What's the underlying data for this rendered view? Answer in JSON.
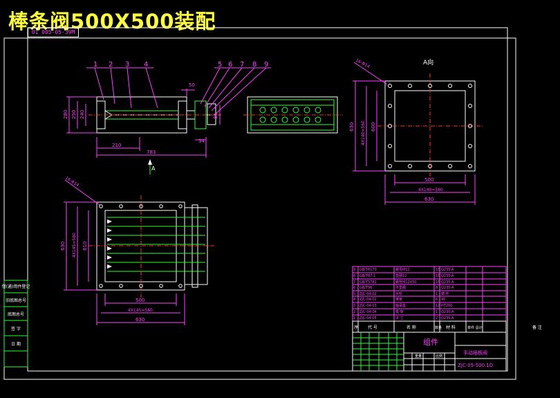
{
  "title": "棒条阀500X500装配",
  "drawing_code": "01 005-05-39M",
  "view_label_a": "A向",
  "arrow_label_a": "A",
  "callouts": [
    "1",
    "2",
    "3",
    "4",
    "5",
    "6",
    "7",
    "8",
    "9"
  ],
  "side_view_dims": {
    "h_280": "280",
    "h_250": "250",
    "h_240": "240",
    "h_50": "50",
    "h_85": "85",
    "w_210": "210",
    "w_783": "783",
    "w_34": "34"
  },
  "flange_view_dims": {
    "hole_note": "16-Φ14",
    "h_inner": "4X140=560",
    "h_600": "600",
    "h_630": "630",
    "w_500": "500",
    "w_inner": "4X140=560",
    "w_630": "630"
  },
  "plan_view_dims": {
    "hole_note": "16-Φ14",
    "h_630": "630",
    "h_inner": "4X145=580",
    "h_610": "610",
    "w_500": "500",
    "w_inner": "4X145=580",
    "w_630": "630"
  },
  "left_stamp": [
    "借(通)用件登记",
    "旧底图总号",
    "底图总号",
    "签 字",
    "日 期"
  ],
  "bom_rows": [
    [
      "9",
      "GB/T6170",
      "螺母M12",
      "16",
      "Q235-A",
      "",
      ""
    ],
    [
      "8",
      "GB/T97.1",
      "垫圈12",
      "16",
      "Q235-A",
      "",
      ""
    ],
    [
      "7",
      "GB/T5782",
      "螺栓M12X50",
      "16",
      "Q235-A",
      "",
      ""
    ],
    [
      "6",
      "GB/T96",
      "平垫圈",
      "8",
      "Q235-A",
      "",
      ""
    ],
    [
      "5",
      "ZJC-04-02",
      "手轮",
      "1",
      "铸 件",
      "",
      ""
    ],
    [
      "4",
      "ZJC-04-01",
      "棒条",
      "6",
      "45",
      "",
      ""
    ],
    [
      "3",
      "ZJC-04-03",
      "轴承座",
      "12",
      "HT200",
      "",
      ""
    ],
    [
      "2",
      "ZJC-04-04",
      "框 架",
      "1",
      "Q235-A",
      "",
      ""
    ],
    [
      "1",
      "ZJC-04-05",
      "法 兰",
      "2",
      "Q235-A",
      "",
      ""
    ]
  ],
  "bom_header": [
    "序",
    "代 号",
    "名 称",
    "数量",
    "材 料",
    "单件 总计",
    "备 注"
  ],
  "title_block": {
    "assembly": "组件",
    "product_name": "手动插板阀",
    "drawing_number": "ZJC-05-500.1D",
    "remark_label": "备 注",
    "weight_label": "重量",
    "scale_label": "比例"
  },
  "colors": {
    "dim": "#ff40ff",
    "object": "#ffffff",
    "hidden": "#ff3030",
    "part_green": "#30ff30",
    "title": "#ffff40",
    "cyan": "#40ffff"
  }
}
